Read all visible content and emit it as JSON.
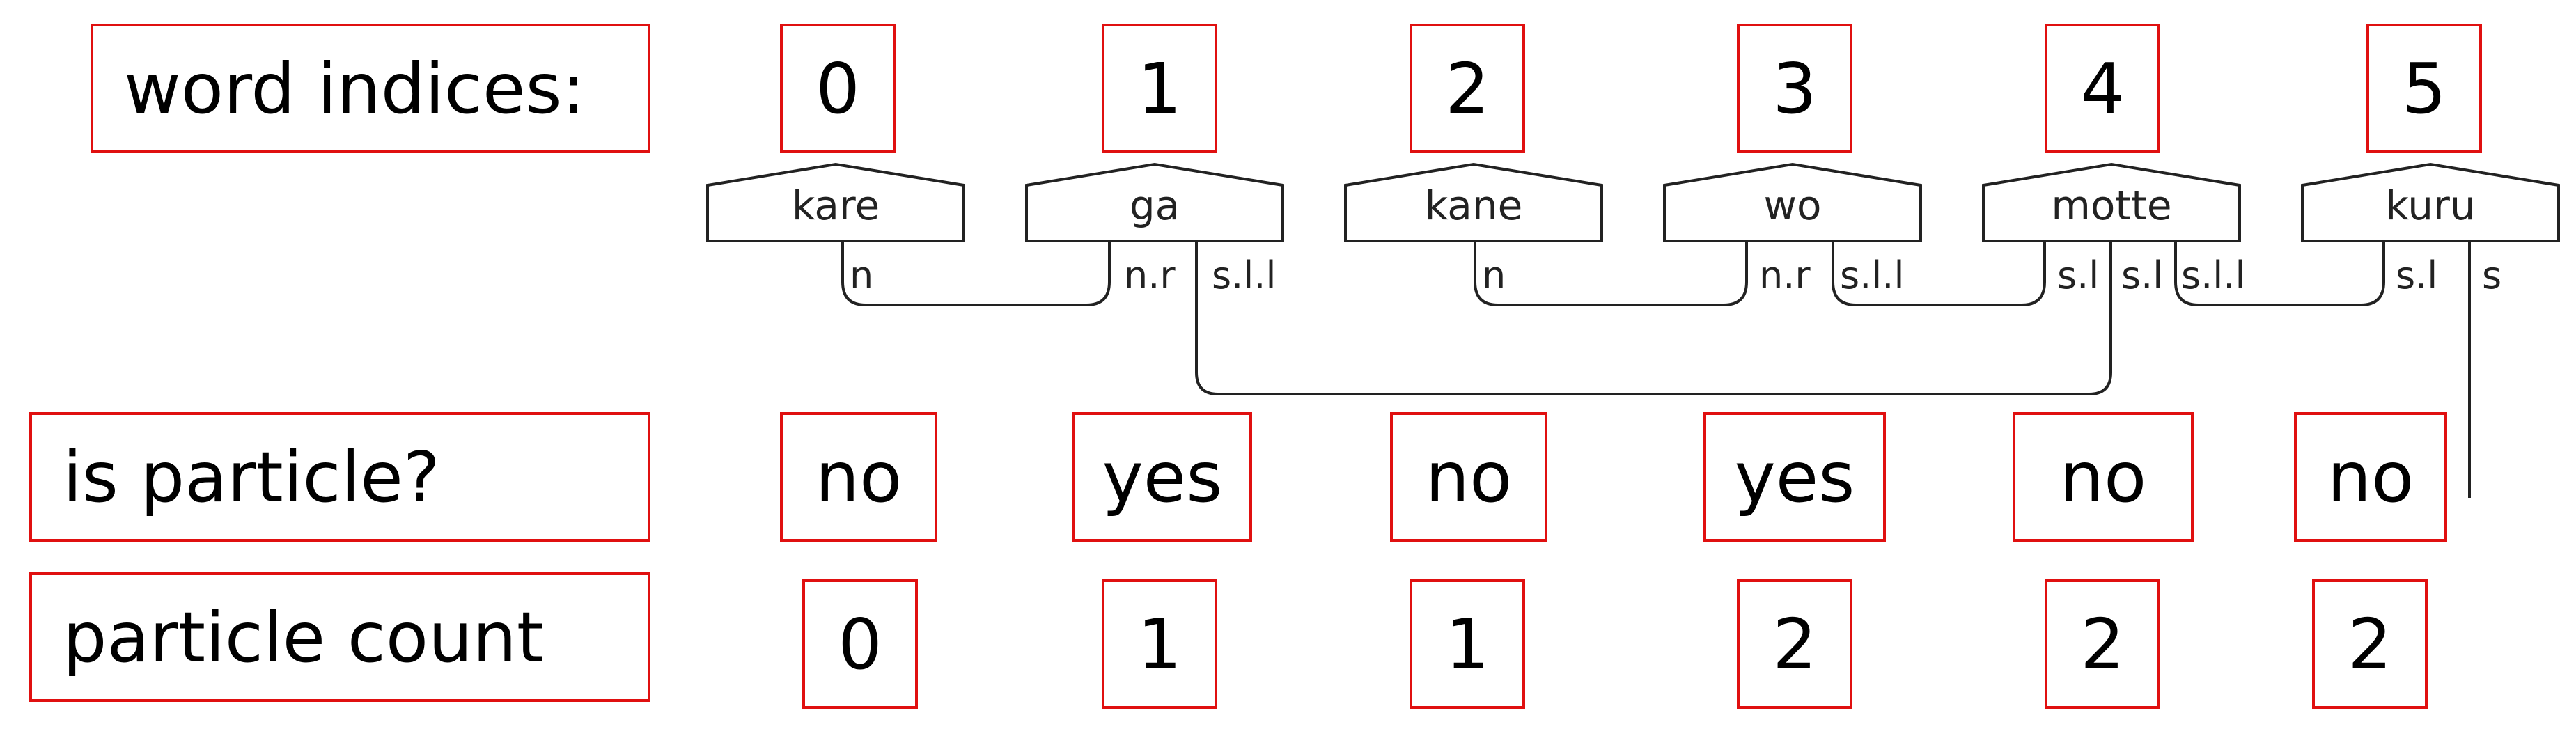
{
  "rows": {
    "indices": {
      "label": "word indices:",
      "values": [
        "0",
        "1",
        "2",
        "3",
        "4",
        "5"
      ]
    },
    "particle": {
      "label": "is particle?",
      "values": [
        "no",
        "yes",
        "no",
        "yes",
        "no",
        "no"
      ]
    },
    "count": {
      "label": "particle count",
      "values": [
        "0",
        "1",
        "1",
        "2",
        "2",
        "2"
      ]
    }
  },
  "words": [
    {
      "text": "kare",
      "ports": [
        "n"
      ]
    },
    {
      "text": "ga",
      "ports": [
        "n.r",
        "s.l.l"
      ]
    },
    {
      "text": "kane",
      "ports": [
        "n"
      ]
    },
    {
      "text": "wo",
      "ports": [
        "n.r",
        "s.l.l"
      ]
    },
    {
      "text": "motte",
      "ports": [
        "s.l",
        "s.l",
        "s.l.l"
      ]
    },
    {
      "text": "kuru",
      "ports": [
        "s.l",
        "s"
      ]
    }
  ]
}
